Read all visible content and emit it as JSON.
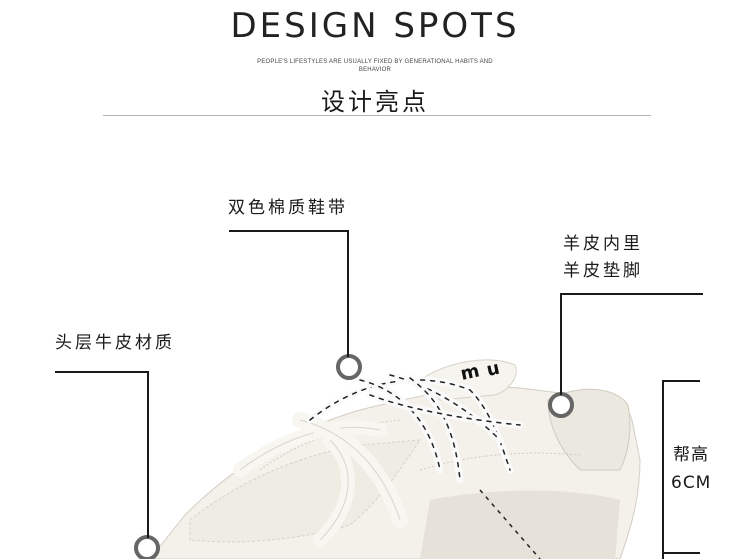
{
  "header": {
    "title": "DESIGN SPOTS",
    "subtitle": "PEOPLE'S LIFESTYLES ARE USUALLY FIXED BY GENERATIONAL HABITS AND",
    "subtitle2": "BEHAVIOR",
    "title_cn": "设计亮点"
  },
  "callouts": {
    "laces": "双色棉质鞋带",
    "lining_1": "羊皮内里",
    "lining_2": "羊皮垫脚",
    "leather": "头层牛皮材质",
    "height_1": "帮高",
    "height_2": "6CM"
  },
  "colors": {
    "shoe": "#f3f1ea",
    "shoe_shadow": "#ddd9cf",
    "accent": "#1a1a1a"
  }
}
